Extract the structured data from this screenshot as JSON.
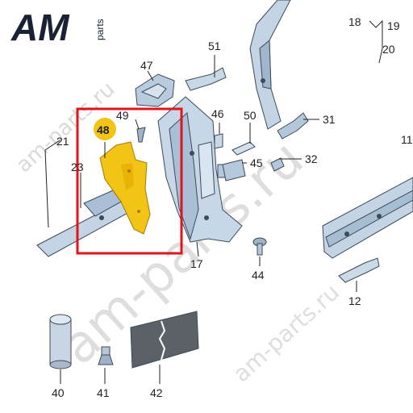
{
  "logo": {
    "mark": "AM",
    "word": "parts"
  },
  "watermark": {
    "text": "am-parts.ru"
  },
  "labels": {
    "n47": "47",
    "n51": "51",
    "n49": "49",
    "n48": "48",
    "n46": "46",
    "n50": "50",
    "n31": "31",
    "n45": "45",
    "n32": "32",
    "n21": "21",
    "n23": "23",
    "n17": "17",
    "n44": "44",
    "n12": "12",
    "n18": "18",
    "n19": "19",
    "n20": "20",
    "n11": "11",
    "n40": "40",
    "n41": "41",
    "n42": "42"
  },
  "colors": {
    "highlight_frame": "#e1141c",
    "highlight_part": "#f2c416",
    "part_fill": "#c4d4e4",
    "logo": "#1a2233"
  }
}
